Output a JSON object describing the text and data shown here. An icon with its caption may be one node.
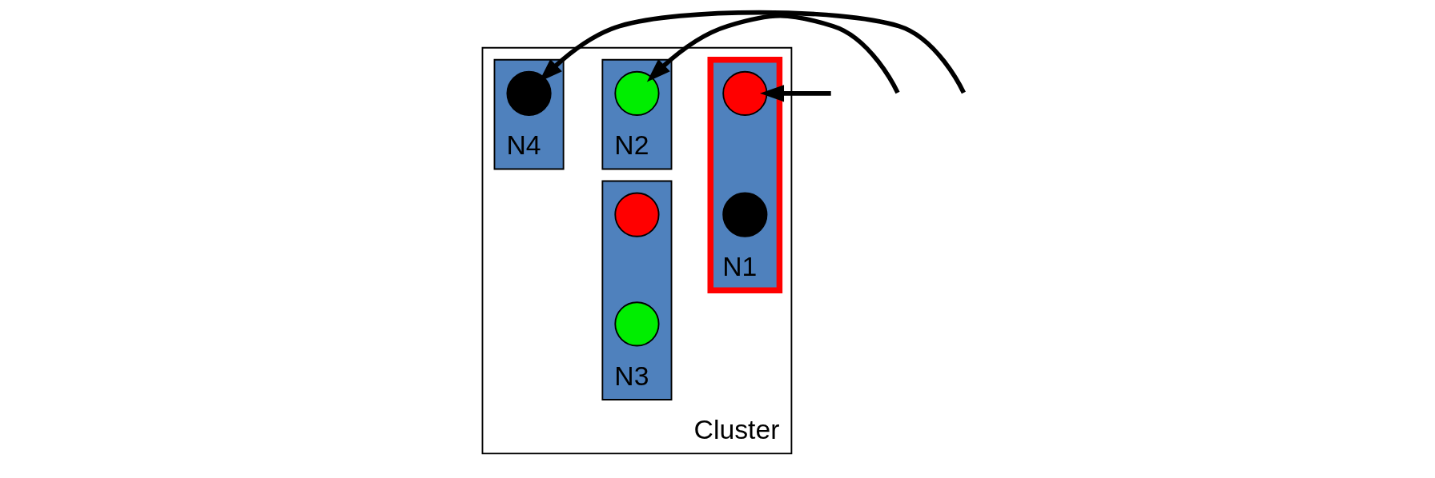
{
  "diagram": {
    "nodes": [
      {
        "text": [
          "Cluster"
        ]
      },
      {
        "text": [
          "N1"
        ],
        "in": 0
      },
      {
        "text": [],
        "shape": "circle",
        "in": 1
      },
      {
        "text": [],
        "shape": "circle",
        "in": 1
      },
      {
        "text": [
          "N2"
        ],
        "in": 0
      },
      {
        "text": [],
        "shape": "circle",
        "in": 4
      },
      {
        "text": [
          "N3"
        ],
        "in": 0
      },
      {
        "text": [],
        "shape": "circle",
        "in": 6
      },
      {
        "text": [],
        "shape": "circle",
        "in": 6
      },
      {
        "text": [
          "N4"
        ],
        "in": 0
      },
      {
        "text": [],
        "shape": "circle",
        "in": 9
      }
    ],
    "edges": [
      {
        "from": null,
        "to": 2,
        "arrow": "to"
      },
      {
        "from": null,
        "to": 5,
        "arrow": "to"
      },
      {
        "from": null,
        "to": 10,
        "arrow": "to"
      }
    ]
  }
}
